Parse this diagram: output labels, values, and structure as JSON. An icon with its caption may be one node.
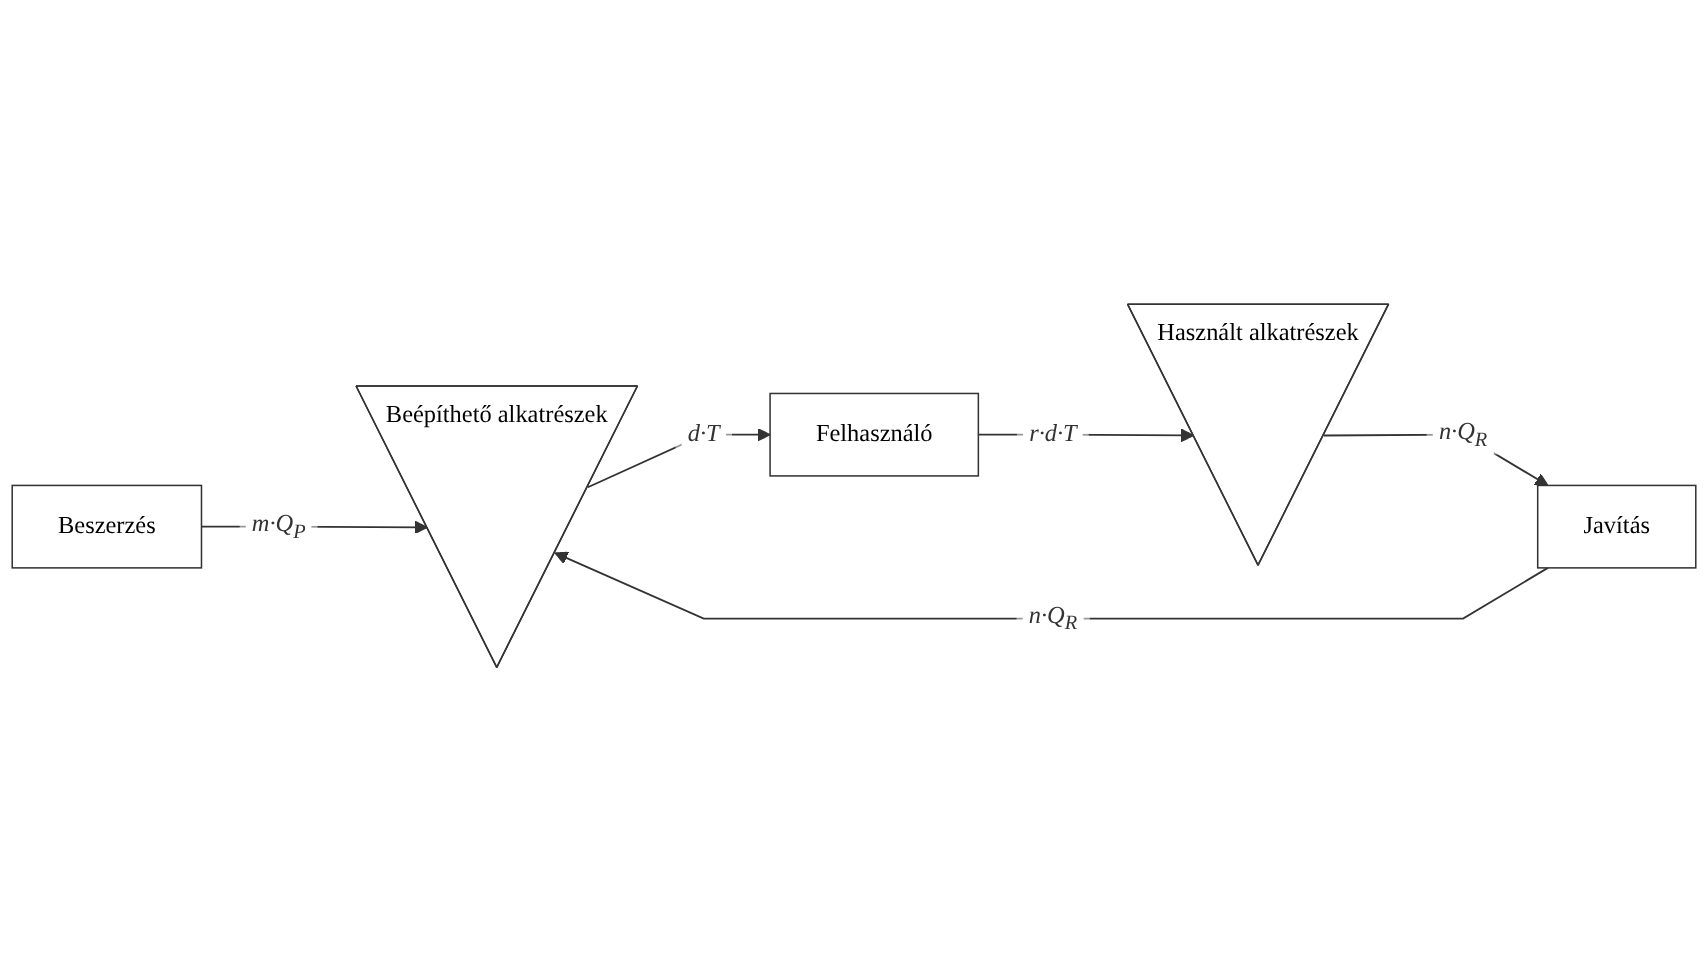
{
  "diagram": {
    "nodes": [
      {
        "text": [
          "Beszerzés"
        ]
      },
      {
        "text": [
          "Beépíthető alkatrészek"
        ]
      },
      {
        "text": [
          "Felhasználó"
        ]
      },
      {
        "text": [
          "Használt alkatrészek"
        ]
      },
      {
        "text": [
          "Javítás"
        ]
      }
    ],
    "edges": [
      {
        "from": 0,
        "to": 1,
        "arrow": "to",
        "label": "m·Q$_{P}$"
      },
      {
        "from": 4,
        "to": 1,
        "arrow": "to",
        "label": "n·Q$_{R}$"
      },
      {
        "from": 1,
        "to": 2,
        "arrow": "to",
        "label": "d·T"
      },
      {
        "from": 2,
        "to": 3,
        "arrow": "to",
        "label": "r·d·T"
      },
      {
        "from": 3,
        "to": 4,
        "arrow": "to",
        "label": "n·Q$_{R}$"
      }
    ]
  }
}
